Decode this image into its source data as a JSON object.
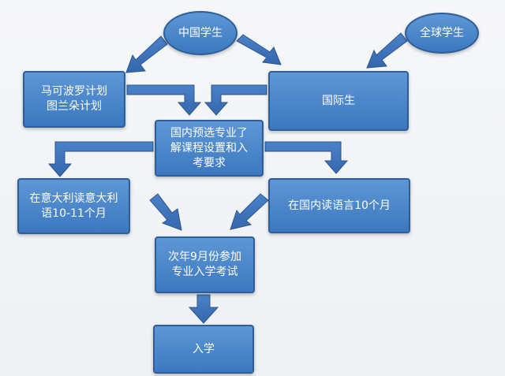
{
  "nodes": {
    "chinese_students": "中国学生",
    "global_students": "全球学生",
    "marco_polo": "马可波罗计划\n图兰朵计划",
    "international_students": "国际生",
    "pre_select": "国内预选专业了\n解课程设置和入\n考要求",
    "italy_language": "在意大利读意大利\n语10-11个月",
    "domestic_language": "在国内读语言10个月",
    "exam": "次年9月份参加\n专业入学考试",
    "enroll": "入学"
  },
  "colors": {
    "node_fill": "#4a86cc",
    "node_border": "#2f5e97",
    "arrow": "#3f73b8",
    "background": "#f4f5f7"
  }
}
